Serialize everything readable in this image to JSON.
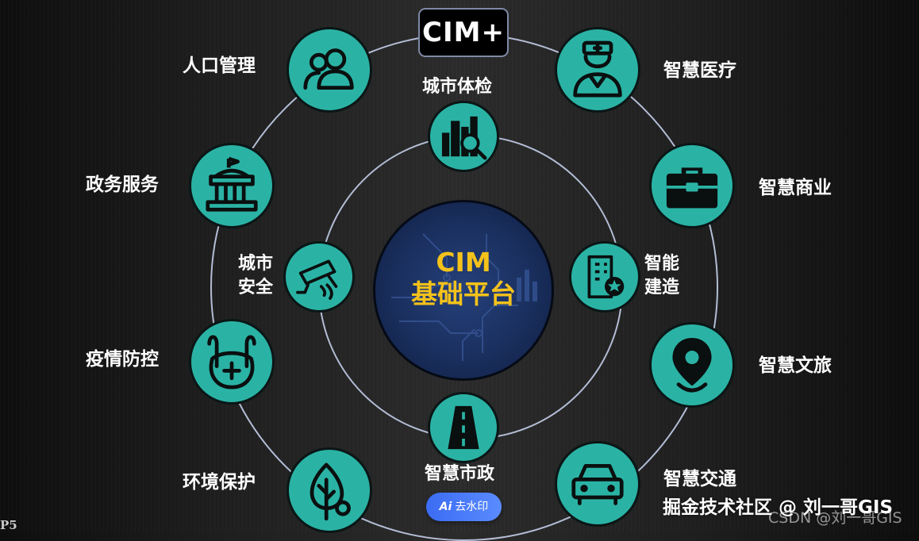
{
  "badge": {
    "text": "CIM+"
  },
  "center": {
    "line1": "CIM",
    "line2": "基础平台"
  },
  "colors": {
    "node_fill": "#2ab3a5",
    "ring": "#b4bdd6",
    "center_text": "#f4c21b",
    "center_fill": "#1a2f5e"
  },
  "outer_nodes": [
    {
      "label": "人口管理",
      "icon": "people-icon"
    },
    {
      "label": "政务服务",
      "icon": "government-building-icon"
    },
    {
      "label": "疫情防控",
      "icon": "mask-icon"
    },
    {
      "label": "环境保护",
      "icon": "tree-icon"
    },
    {
      "label": "智慧医疗",
      "icon": "doctor-icon"
    },
    {
      "label": "智慧商业",
      "icon": "briefcase-icon"
    },
    {
      "label": "智慧文旅",
      "icon": "map-pin-icon"
    },
    {
      "label": "智慧交通",
      "icon": "car-icon"
    }
  ],
  "inner_nodes": [
    {
      "label": "城市体检",
      "icon": "city-inspection-icon"
    },
    {
      "label_line1": "城市",
      "label_line2": "安全",
      "icon": "cctv-camera-icon"
    },
    {
      "label_line1": "智能",
      "label_line2": "建造",
      "icon": "building-star-icon"
    },
    {
      "label": "智慧市政",
      "icon": "road-icon"
    }
  ],
  "watermark": {
    "button_ai": "Ai",
    "button_label": "去水印",
    "community": "掘金技术社区 @ 刘一哥GIS",
    "csdn": "CSDN @刘一哥GIS"
  },
  "page_label": "P5"
}
